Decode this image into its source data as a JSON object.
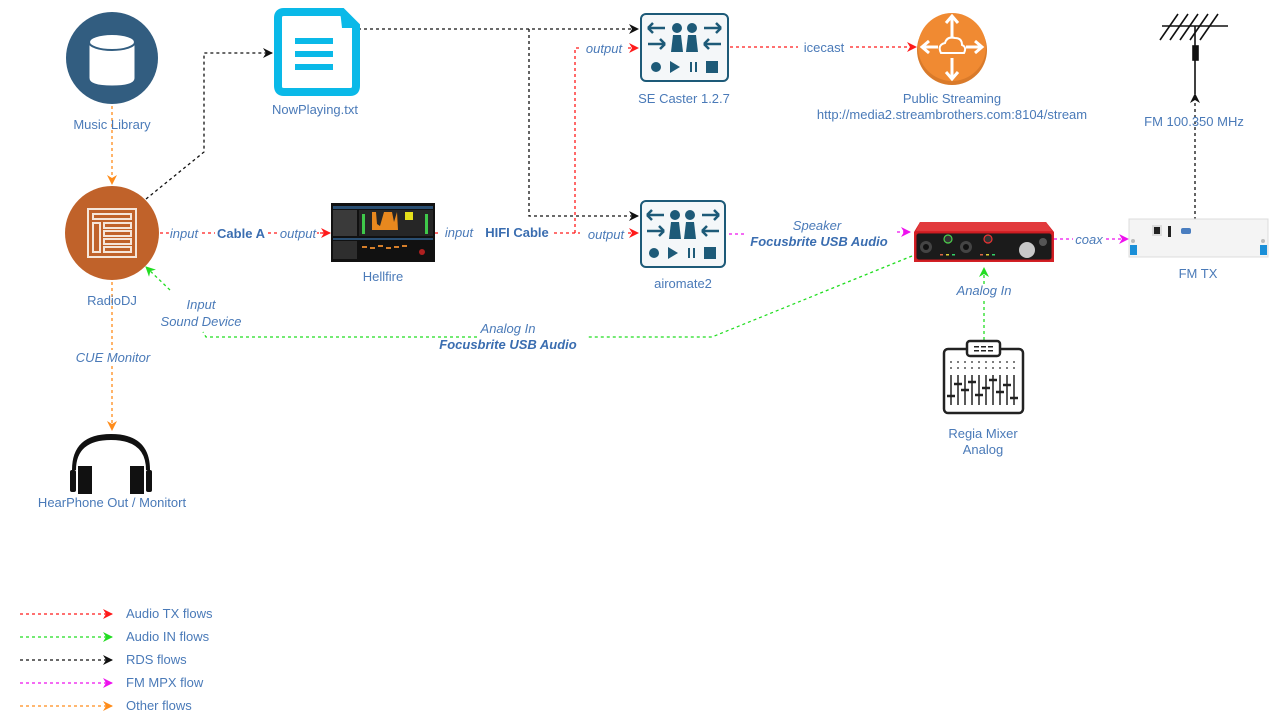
{
  "colors": {
    "audio_tx": "#ff1a1a",
    "audio_in": "#22dd22",
    "rds": "#111111",
    "fm_mpx": "#ee11ee",
    "other": "#ff8c1a",
    "label_text": "#4a7ab8",
    "music_library_fill": "#325d80",
    "radiodj_fill": "#c0622a",
    "caster_fill": "#1d5a78",
    "nowplaying_fill": "#0ab9e8",
    "streaming_fill": "#f08a32",
    "interface_fill": "#c8161b"
  },
  "nodes": {
    "music_library": {
      "label": "Music Library",
      "icon": "database-icon"
    },
    "radiodj": {
      "label": "RadioDJ",
      "icon": "radio-automation-icon"
    },
    "nowplaying": {
      "label": "NowPlaying.txt",
      "icon": "document-icon"
    },
    "hellfire": {
      "label": "Hellfire",
      "icon": "audio-processor-screenshot"
    },
    "se_caster": {
      "label": "SE Caster 1.2.7",
      "icon": "media-encoder-icon"
    },
    "airomate": {
      "label": "airomate2",
      "icon": "media-encoder-icon"
    },
    "public_streaming": {
      "label": "Public Streaming",
      "url": "http://media2.streambrothers.com:8104/stream",
      "icon": "cloud-broadcast-icon"
    },
    "antenna": {
      "label": "FM 100.350 MHz",
      "icon": "antenna-icon"
    },
    "focusrite": {
      "icon": "usb-audio-interface"
    },
    "fm_tx": {
      "label": "FM TX",
      "icon": "fm-transmitter-rack"
    },
    "mixer": {
      "label_line1": "Regia Mixer",
      "label_line2": "Analog",
      "icon": "mixer-icon"
    },
    "headphones": {
      "label": "HearPhone Out / Monitort",
      "icon": "headphones-icon"
    }
  },
  "edge_labels": {
    "radiodj_input": "input",
    "cable_a": "Cable A",
    "hellfire_output": "output",
    "hellfire_input": "input",
    "hifi_cable": "HIFI Cable",
    "caster_output": "output",
    "airomate_output": "output",
    "icecast": "icecast",
    "speaker": "Speaker",
    "speaker_device": "Focusbrite USB Audio",
    "coax": "coax",
    "analog_in_mixer": "Analog In",
    "input_sound_line1": "Input",
    "input_sound_line2": "Sound Device",
    "analog_in_long": "Analog In",
    "analog_in_long_device": "Focusbrite USB Audio",
    "cue_monitor": "CUE Monitor"
  },
  "legend": [
    {
      "label": "Audio TX flows",
      "color": "#ff1a1a"
    },
    {
      "label": "Audio IN flows",
      "color": "#22dd22"
    },
    {
      "label": "RDS flows",
      "color": "#111111"
    },
    {
      "label": "FM MPX flow",
      "color": "#ee11ee"
    },
    {
      "label": "Other flows",
      "color": "#ff8c1a"
    }
  ]
}
